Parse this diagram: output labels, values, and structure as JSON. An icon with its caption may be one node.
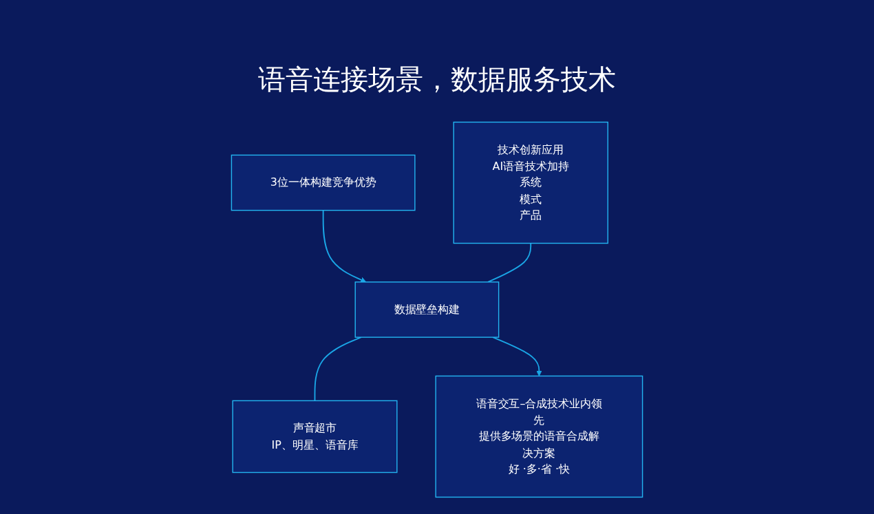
{
  "diagram": {
    "title": "语音连接场景，数据服务技术",
    "nodes": [
      {
        "text": [
          "3位一体构建竞争优势"
        ]
      },
      {
        "text": [
          "技术创新应用",
          "AI语音技术加持",
          "系统",
          "模式",
          "产品"
        ]
      },
      {
        "text": [
          "数据壁垒构建"
        ]
      },
      {
        "text": [
          "声音超市",
          "IP、明星、语音库"
        ]
      },
      {
        "text": [
          "语音交互–合成技术业内领先",
          "提供多场景的语音合成解决方案",
          "好 ·多·省 ·快"
        ]
      }
    ],
    "edges": [
      {
        "from": 0,
        "to": 2,
        "arrow": "to"
      },
      {
        "from": 1,
        "to": 2,
        "arrow": "none"
      },
      {
        "from": 2,
        "to": 3,
        "arrow": "none"
      },
      {
        "from": 2,
        "to": 4,
        "arrow": "to"
      }
    ]
  }
}
